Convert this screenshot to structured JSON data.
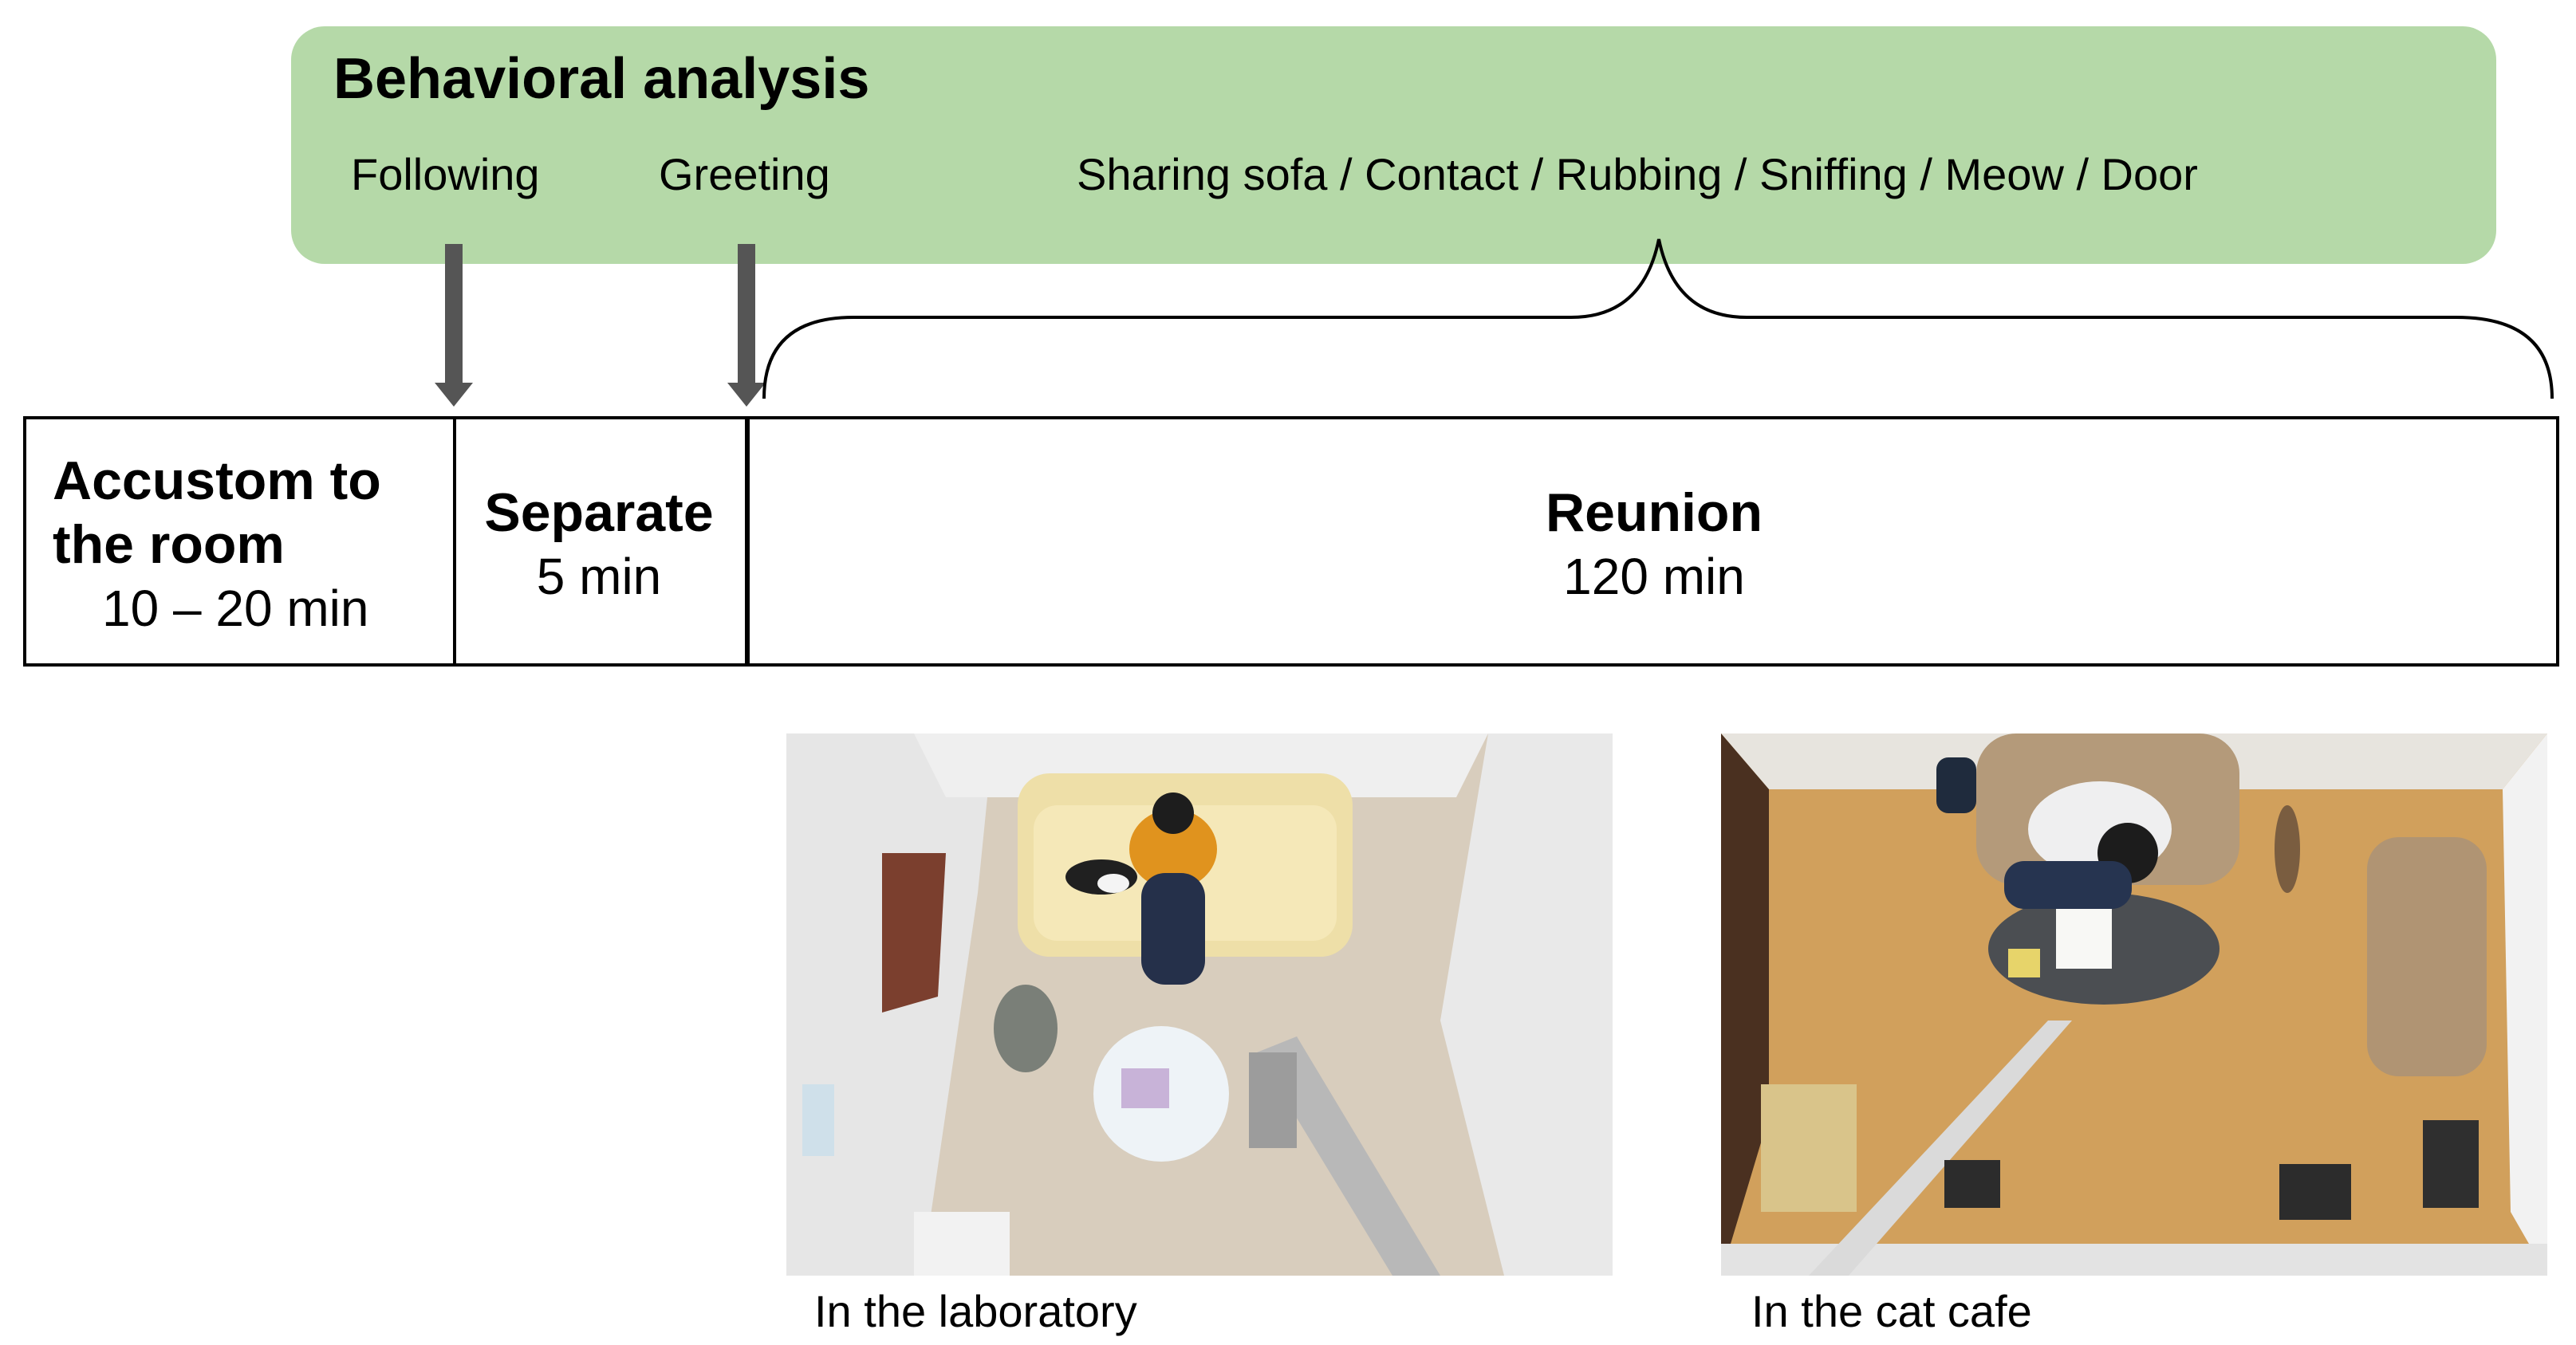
{
  "analysis": {
    "title": "Behavioral analysis",
    "behaviors": {
      "following": "Following",
      "greeting": "Greeting",
      "reunion_list": "Sharing sofa / Contact / Rubbing / Sniffing / Meow / Door"
    },
    "colors": {
      "panel": "#b5d9a8",
      "arrow": "#555555"
    }
  },
  "timeline": {
    "accustom": {
      "title_line1": "Accustom to",
      "title_line2": "the room",
      "duration": "10 – 20 min"
    },
    "separate": {
      "title": "Separate",
      "duration": "5 min"
    },
    "reunion": {
      "title": "Reunion",
      "duration": "120 min"
    }
  },
  "photos": {
    "laboratory": {
      "caption": "In the laboratory"
    },
    "cat_cafe": {
      "caption": "In the cat cafe"
    }
  }
}
